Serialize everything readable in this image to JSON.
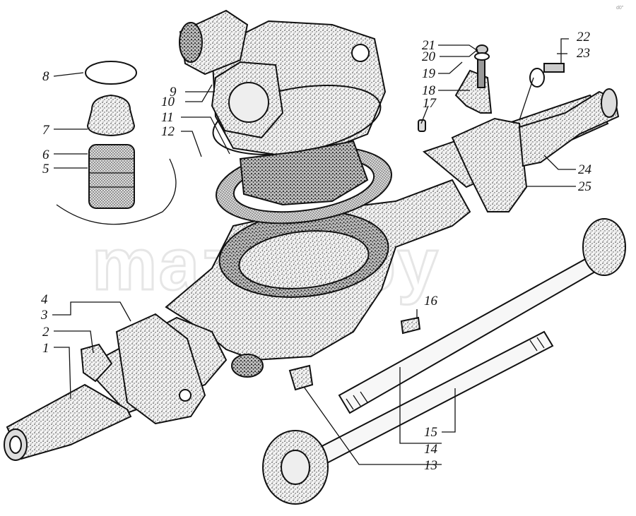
{
  "watermark": "maz-ik.by",
  "corner_mark": "d0\"",
  "colors": {
    "ink": "#111111",
    "shade": "#4a4a4a",
    "paper": "#ffffff",
    "watermark": "#e6e6e6"
  },
  "callouts": {
    "c1": "1",
    "c2": "2",
    "c3": "3",
    "c4": "4",
    "c5": "5",
    "c6": "6",
    "c7": "7",
    "c8": "8",
    "c9": "9",
    "c10": "10",
    "c11": "11",
    "c12": "12",
    "c13": "13",
    "c14": "14",
    "c15": "15",
    "c16": "16",
    "c17": "17",
    "c18": "18",
    "c19": "19",
    "c20": "20",
    "c21": "21",
    "c22": "22",
    "c23": "23",
    "c24": "24",
    "c25": "25"
  }
}
